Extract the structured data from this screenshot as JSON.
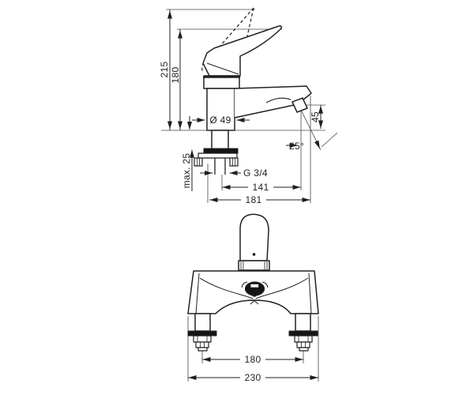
{
  "drawing": {
    "side_view": {
      "overall_height": "215",
      "handle_height": "180",
      "body_diameter": "Ø 49",
      "max_mounting_thickness": "max. 25",
      "connection_thread": "G 3/4",
      "spout_reach": "141",
      "overall_projection": "181",
      "outlet_height": "45",
      "outlet_angle": "25°"
    },
    "front_view": {
      "hole_spacing": "180",
      "overall_width": "230"
    },
    "line_color": "#222222",
    "background_color": "#ffffff"
  }
}
